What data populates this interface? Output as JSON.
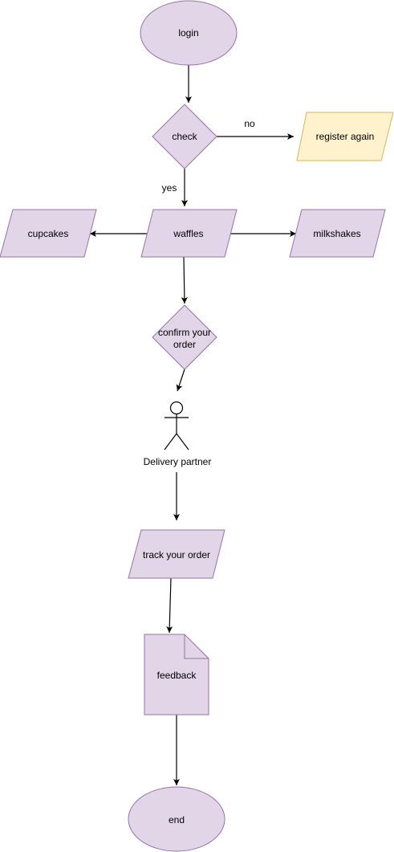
{
  "colors": {
    "process_fill": "#e1d5e7",
    "process_stroke": "#9673a6",
    "alert_fill": "#fff2cc",
    "alert_stroke": "#d6b656",
    "line": "#000000"
  },
  "nodes": {
    "login": "login",
    "check": "check",
    "register": "register again",
    "cupcakes": "cupcakes",
    "waffles": "waffles",
    "milkshakes": "milkshakes",
    "confirm_line1": "confirm your",
    "confirm_line2": "order",
    "delivery": "Delivery partner",
    "track": "track your order",
    "feedback": "feedback",
    "end": "end"
  },
  "edges": {
    "no": "no",
    "yes": "yes"
  }
}
